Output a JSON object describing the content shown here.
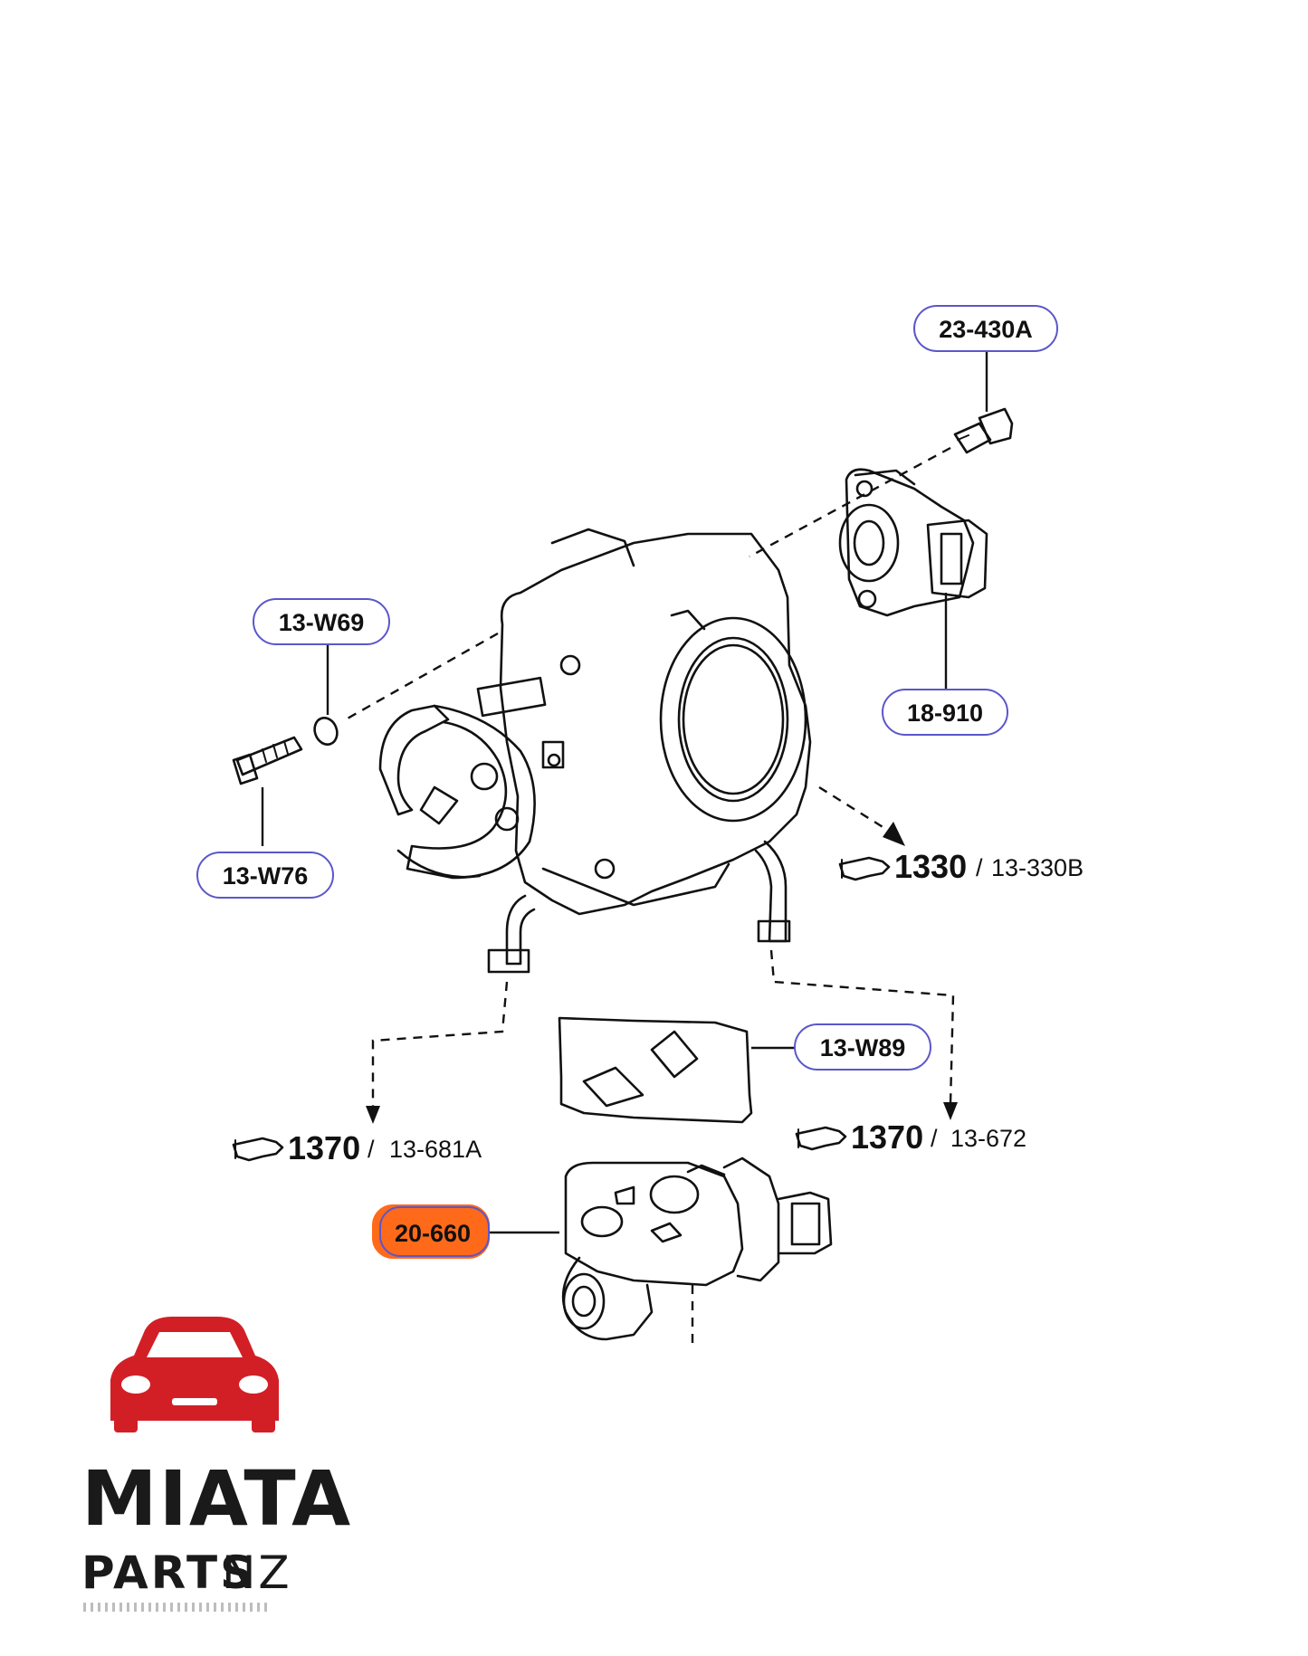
{
  "callouts": {
    "c1": "23-430A",
    "c2": "13-W69",
    "c3": "18-910",
    "c4": "13-W76",
    "c5": "13-W89",
    "c6": "20-660"
  },
  "refs": {
    "r1": {
      "main": "1330",
      "sub": "13-330B"
    },
    "r2": {
      "main": "1370",
      "sub": "13-681A"
    },
    "r3": {
      "main": "1370",
      "sub": "13-672"
    }
  },
  "logo": {
    "line1": "MIATA",
    "line2a": "PARTS",
    "line2b": "NZ"
  },
  "colors": {
    "callout_border": "#5b57c9",
    "highlight": "#ff6a1a",
    "logo_red": "#d21f26"
  }
}
